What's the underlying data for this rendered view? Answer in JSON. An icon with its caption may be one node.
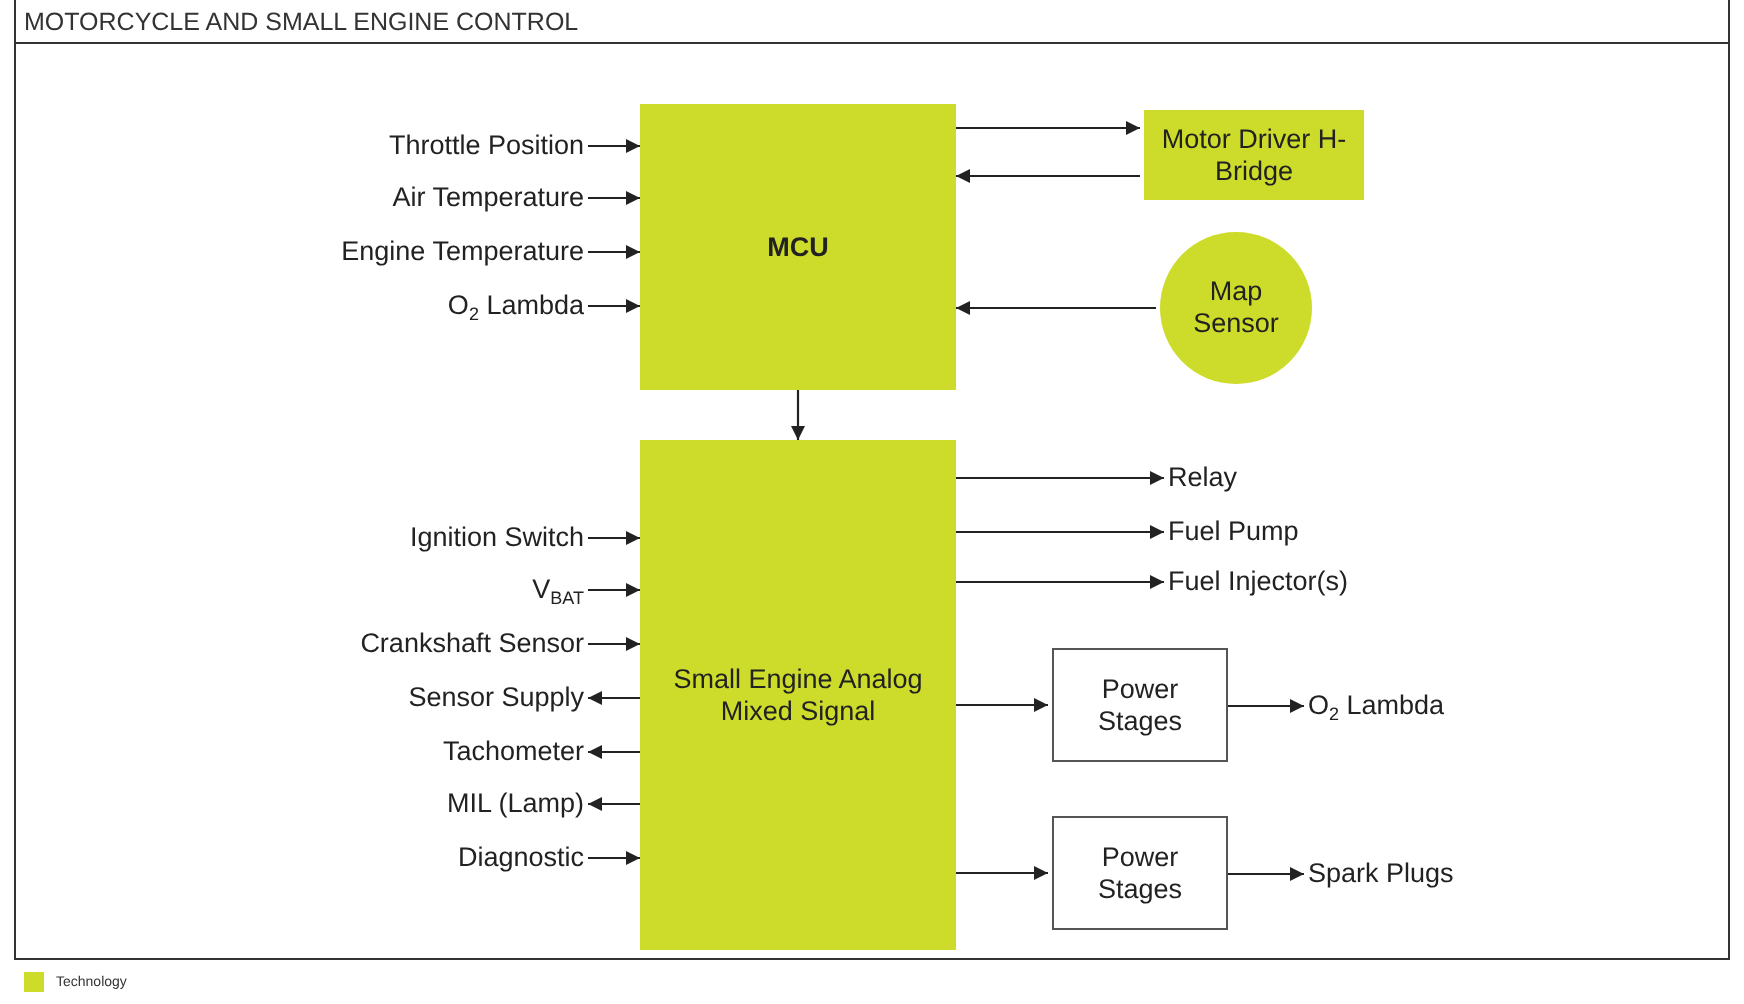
{
  "diagram": {
    "title": "MOTORCYCLE AND SMALL ENGINE CONTROL",
    "nodes": [
      {
        "text": [
          "Throttle Position"
        ]
      },
      {
        "text": [
          "MCU"
        ]
      },
      {
        "text": [
          "Motor Driver H-Bridge"
        ]
      },
      {
        "text": [
          "Air Temperature"
        ]
      },
      {
        "text": [
          "Engine Temperature"
        ]
      },
      {
        "text": [
          "O$_{2}$ Lambda"
        ]
      },
      {
        "text": [
          "Map Sensor"
        ]
      },
      {
        "text": [
          "Small Engine Analog Mixed Signal"
        ]
      },
      {
        "text": [
          "Relay"
        ]
      },
      {
        "text": [
          "Fuel Pump"
        ]
      },
      {
        "text": [
          "Ignition Switch"
        ]
      },
      {
        "text": [
          "Fuel Injector(s)"
        ]
      },
      {
        "text": [
          "V$_{BAT}$"
        ]
      },
      {
        "text": [
          "Crankshaft Sensor"
        ]
      },
      {
        "text": [
          "Sensor Supply"
        ]
      },
      {
        "text": [
          "Power Stages"
        ]
      },
      {
        "text": [
          "O$_{2}$ Lambda"
        ]
      },
      {
        "text": [
          "Tachometer"
        ]
      },
      {
        "text": [
          "MIL (Lamp)"
        ]
      },
      {
        "text": [
          "Diagnostic"
        ]
      },
      {
        "text": [
          "Power Stages"
        ]
      },
      {
        "text": [
          "Spark Plugs"
        ]
      }
    ],
    "edges": [
      {
        "from": 0,
        "to": 1,
        "arrow": "to"
      },
      {
        "from": 3,
        "to": 1,
        "arrow": "to"
      },
      {
        "from": 4,
        "to": 1,
        "arrow": "to"
      },
      {
        "from": 5,
        "to": 1,
        "arrow": "to"
      },
      {
        "from": 1,
        "to": 2,
        "arrow": "to"
      },
      {
        "from": 2,
        "to": 1,
        "arrow": "to"
      },
      {
        "from": 6,
        "to": 1,
        "arrow": "to"
      },
      {
        "from": 1,
        "to": 7,
        "arrow": "to"
      },
      {
        "from": 7,
        "to": 8,
        "arrow": "to"
      },
      {
        "from": 7,
        "to": 9,
        "arrow": "to"
      },
      {
        "from": 7,
        "to": 11,
        "arrow": "to"
      },
      {
        "from": 10,
        "to": 7,
        "arrow": "to"
      },
      {
        "from": 12,
        "to": 7,
        "arrow": "to"
      },
      {
        "from": 13,
        "to": 7,
        "arrow": "to"
      },
      {
        "from": 7,
        "to": 14,
        "arrow": "to"
      },
      {
        "from": 7,
        "to": 17,
        "arrow": "to"
      },
      {
        "from": 7,
        "to": 18,
        "arrow": "to"
      },
      {
        "from": 19,
        "to": 7,
        "arrow": "to"
      },
      {
        "from": 7,
        "to": 15,
        "arrow": "to"
      },
      {
        "from": 15,
        "to": 16,
        "arrow": "to"
      },
      {
        "from": 7,
        "to": 20,
        "arrow": "to"
      },
      {
        "from": 20,
        "to": 21,
        "arrow": "to"
      }
    ],
    "legend": [
      {
        "text": "Technology",
        "color": "#cddc2a"
      }
    ]
  }
}
